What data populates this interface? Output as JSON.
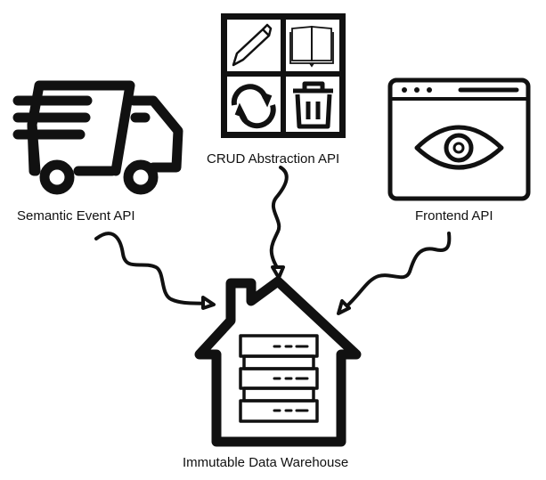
{
  "nodes": {
    "semantic_event_api": {
      "label": "Semantic Event API",
      "icon": "delivery-truck-icon"
    },
    "crud_api": {
      "label": "CRUD Abstraction API",
      "icon": "crud-grid-icon",
      "sub_icons": [
        "pencil-icon",
        "book-icon",
        "refresh-icon",
        "trash-icon"
      ]
    },
    "frontend_api": {
      "label": "Frontend API",
      "icon": "browser-eye-icon"
    },
    "warehouse": {
      "label": "Immutable Data Warehouse",
      "icon": "house-server-icon"
    }
  },
  "edges": [
    {
      "from": "Semantic Event API",
      "to": "Immutable Data Warehouse"
    },
    {
      "from": "CRUD Abstraction API",
      "to": "Immutable Data Warehouse"
    },
    {
      "from": "Frontend API",
      "to": "Immutable Data Warehouse"
    }
  ],
  "colors": {
    "stroke": "#111111",
    "background": "#ffffff"
  }
}
